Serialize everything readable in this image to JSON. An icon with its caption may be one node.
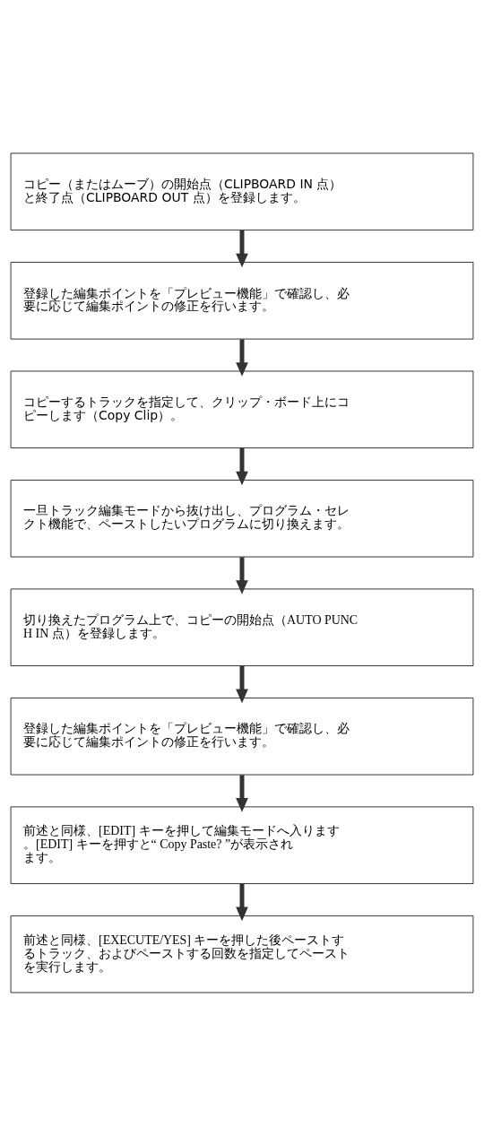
{
  "diagram": {
    "nodes": [
      {
        "text": [
          "コピー（またはムーブ）の開始点（CLIPBOARD IN 点）と終了点（CLIPBOARD OUT 点）を登録します。"
        ]
      },
      {
        "text": [
          "登録した編集ポイントを「プレビュー機能」で確認し、必要に応じて編集ポイントの修正を行います。"
        ]
      },
      {
        "text": [
          "コピーするトラックを指定して、クリップ・ボード上にコピーします（Copy Clip）。"
        ]
      },
      {
        "text": [
          "一旦トラック編集モードから抜け出し、プログラム・セレクト機能で、ペーストしたいプログラムに切り換えます。"
        ]
      },
      {
        "text": [
          "切り換えたプログラム上で、コピーの開始点（AUTO PUNCH IN 点）を登録します。"
        ]
      },
      {
        "text": [
          "登録した編集ポイントを「プレビュー機能」で確認し、必要に応じて編集ポイントの修正を行います。"
        ]
      },
      {
        "text": [
          "前述と同様、[EDIT] キーを押して編集モードへ入ります。[EDIT] キーを押すと“ Copy Paste? ”が表示されます。"
        ]
      },
      {
        "text": [
          "前述と同様、[EXECUTE/YES] キーを押した後ペーストするトラック、およびペーストする回数を指定してペーストを実行します。"
        ]
      }
    ],
    "edges": [
      {
        "from": 0,
        "to": 1,
        "arrow": "to"
      },
      {
        "from": 1,
        "to": 2,
        "arrow": "to"
      },
      {
        "from": 2,
        "to": 3,
        "arrow": "to"
      },
      {
        "from": 3,
        "to": 4,
        "arrow": "to"
      },
      {
        "from": 4,
        "to": 5,
        "arrow": "to"
      },
      {
        "from": 5,
        "to": 6,
        "arrow": "to"
      },
      {
        "from": 6,
        "to": 7,
        "arrow": "to"
      }
    ]
  }
}
